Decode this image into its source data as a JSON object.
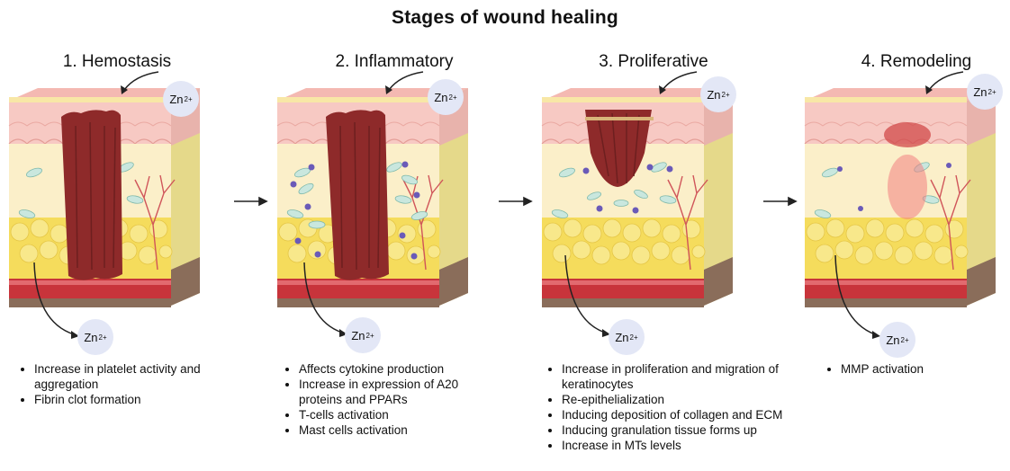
{
  "title": "Stages of wound healing",
  "ion": {
    "symbol": "Zn",
    "charge": "2+"
  },
  "stages": [
    {
      "title": "1. Hemostasis",
      "bullets": [
        "Increase in platelet activity and aggregation",
        "Fibrin clot formation"
      ]
    },
    {
      "title": "2. Inflammatory",
      "bullets": [
        "Affects cytokine production",
        "Increase in expression of A20 proteins and PPARs",
        "T-cells activation",
        "Mast cells activation"
      ]
    },
    {
      "title": "3. Proliferative",
      "bullets": [
        "Increase in proliferation and migration of keratinocytes",
        "Re-epithelialization",
        "Inducing deposition of collagen and ECM",
        "Inducing granulation tissue forms up",
        "Increase in MTs levels"
      ]
    },
    {
      "title": "4. Remodeling",
      "bullets": [
        "MMP activation"
      ]
    }
  ],
  "colors": {
    "epidermis": "#f7c9c3",
    "dermis": "#fbefc9",
    "fat": "#f5dc5c",
    "vessel": "#c8343b",
    "wound": "#8e2a2a",
    "cell": "#c9e7de",
    "immune": "#6a5ab8",
    "zn_bubble": "#e3e7f6"
  }
}
